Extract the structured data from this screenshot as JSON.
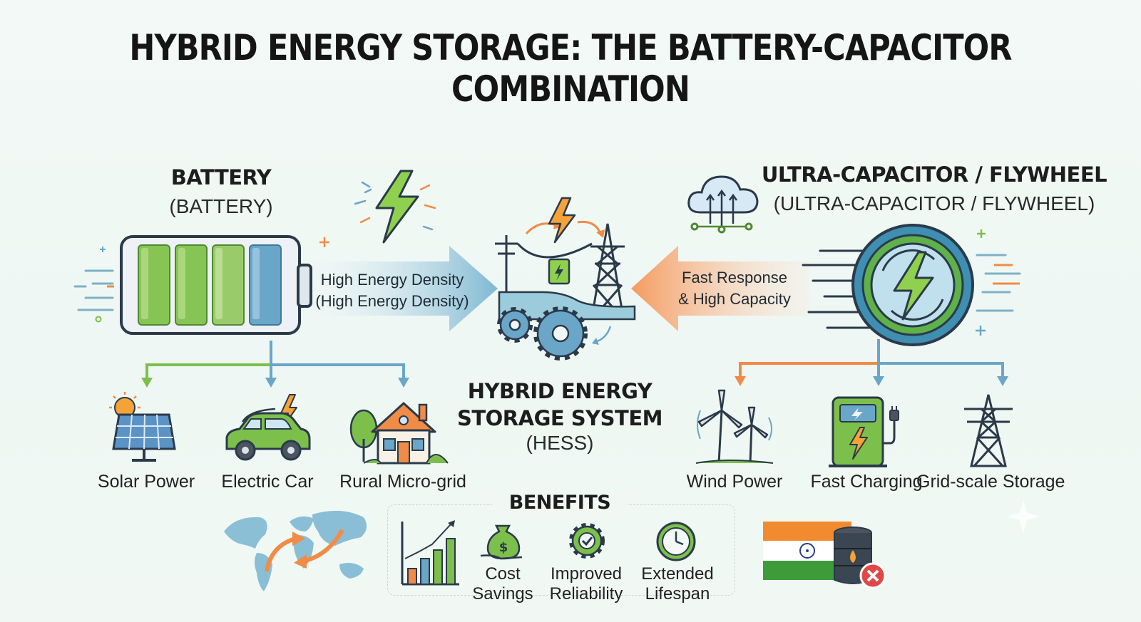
{
  "title": "HYBRID ENERGY STORAGE: THE BATTERY-CAPACITOR COMBINATION",
  "battery": {
    "heading": "BATTERY",
    "subheading": "(BATTERY)"
  },
  "capacitor": {
    "heading": "ULTRA-CAPACITOR / FLYWHEEL",
    "subheading": "(ULTRA-CAPACITOR / FLYWHEEL)"
  },
  "left_arrow": {
    "line1": "High Energy Density",
    "line2": "(High Energy Density)"
  },
  "right_arrow": {
    "line1": "Fast Response",
    "line2": "& High Capacity"
  },
  "hess": {
    "line1": "HYBRID ENERGY",
    "line2": "STORAGE SYSTEM",
    "line3": "(HESS)"
  },
  "battery_uses": [
    "Solar Power",
    "Electric Car",
    "Rural Micro-grid"
  ],
  "capacitor_uses": [
    "Wind Power",
    "Fast Charging",
    "Grid-scale Storage"
  ],
  "benefits": {
    "heading": "BENEFITS",
    "items": [
      {
        "line1": "Cost",
        "line2": "Savings"
      },
      {
        "line1": "Improved",
        "line2": "Reliability"
      },
      {
        "line1": "Extended",
        "line2": "Lifespan"
      }
    ]
  },
  "colors": {
    "green": "#7cc04b",
    "blue": "#6aa6c8",
    "orange": "#f28b45",
    "dark": "#2b3a4a"
  }
}
